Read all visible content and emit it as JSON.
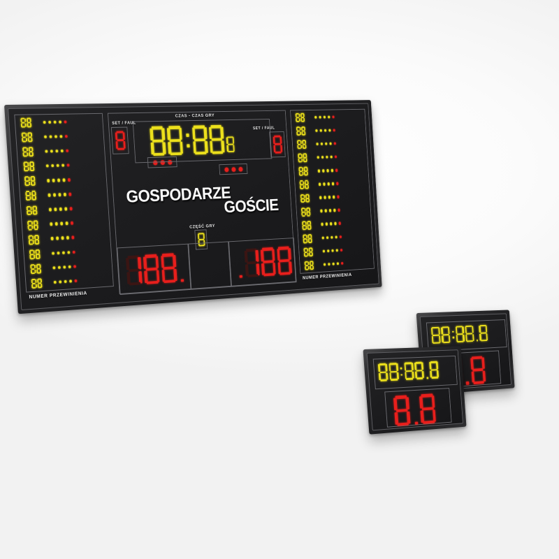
{
  "scene": {
    "description": "Product photo of an LED sports scoreboard system with two auxiliary shot-clock displays",
    "background_color": "#f4f4f4"
  },
  "colors": {
    "led_yellow": "#ece01c",
    "led_red": "#e81f1c",
    "led_yellow_off": "#3c3a18",
    "led_red_off": "#3a1513",
    "panel_black": "#1d1d1f",
    "bezel_gray": "#2f2f31",
    "cell_border": "#6b6b70",
    "text_white": "#fdfdfd"
  },
  "main_board": {
    "name": "main-scoreboard",
    "left_foul_panel": {
      "label": "NUMER PRZEWINIENIA",
      "rows": 12,
      "row_digits": "88",
      "row_digit_color": "led_yellow",
      "dots_yellow_per_row": 4,
      "dots_red_per_row": 1
    },
    "right_foul_panel": {
      "label": "NUMER PRZEWINIENIA",
      "rows": 12,
      "row_digits": "88",
      "row_digit_color": "led_yellow",
      "dots_yellow_per_row": 4,
      "dots_red_per_row": 1
    },
    "center": {
      "clock_label": "CZAS - CZAS GRY",
      "clock_value": "88:88",
      "clock_tenths": "8",
      "clock_color": "led_yellow",
      "home_set_faul": {
        "label": "SET / FAUL",
        "value": "8",
        "color": "led_red",
        "indicator_dots": 3,
        "indicator_color": "led_red"
      },
      "guest_set_faul": {
        "label": "SET / FAUL",
        "value": "8",
        "color": "led_red",
        "indicator_dots": 3,
        "indicator_color": "led_red"
      },
      "home_team_label": "GOSPODARZE",
      "guest_team_label": "GOŚCIE",
      "period_label": "CZĘŚĆ GRY",
      "period_value": "8",
      "period_color": "led_yellow",
      "home_score": "188.",
      "guest_score": ".188",
      "score_color": "led_red"
    }
  },
  "aux_displays": [
    {
      "name": "aux-display-back",
      "top_value": "88:88.8",
      "top_color": "led_yellow",
      "bottom_value": "8.8",
      "bottom_color": "led_red"
    },
    {
      "name": "aux-display-front",
      "top_value": "88:88.8",
      "top_color": "led_yellow",
      "bottom_value": "8.8",
      "bottom_color": "led_red"
    }
  ]
}
